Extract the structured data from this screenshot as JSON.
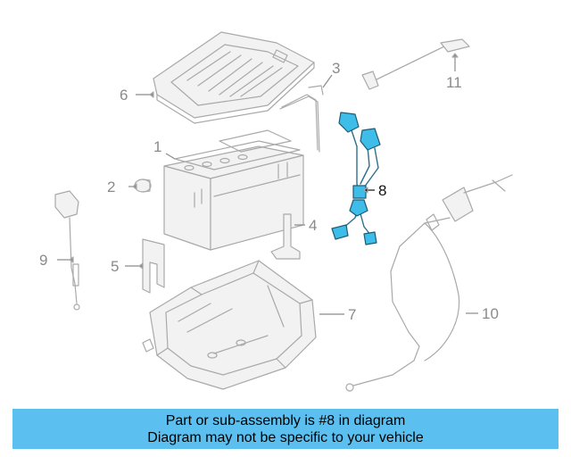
{
  "callouts": {
    "c1": "1",
    "c2": "2",
    "c3": "3",
    "c4": "4",
    "c5": "5",
    "c6": "6",
    "c7": "7",
    "c8": "8",
    "c9": "9",
    "c10": "10",
    "c11": "11"
  },
  "banner": {
    "line1": "Part or sub-assembly is #8 in diagram",
    "line2": "Diagram may not be specific to your vehicle"
  },
  "colors": {
    "highlight_part": "#3dbde8",
    "banner_bg": "#5bc0f0"
  }
}
